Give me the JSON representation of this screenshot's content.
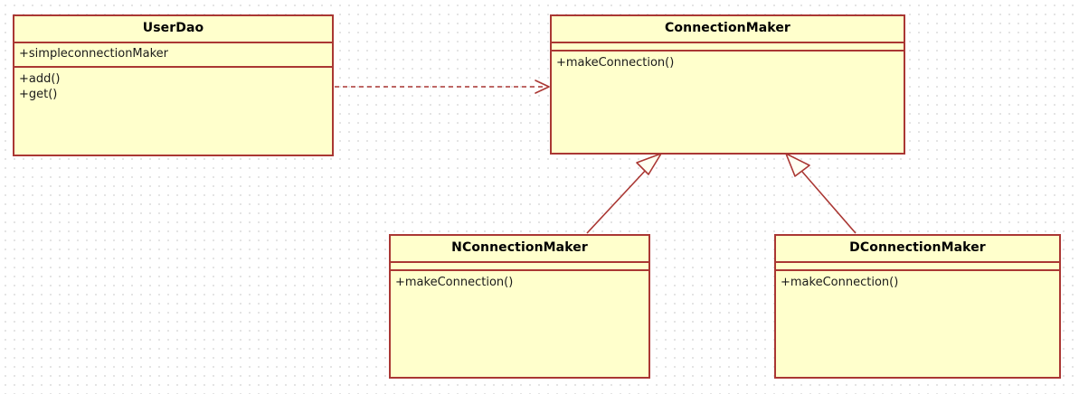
{
  "diagram": {
    "kind": "uml-class-diagram",
    "colors": {
      "class_fill": "#FFFFCC",
      "class_border": "#AA3733",
      "edge": "#AA3733",
      "text": "#000000",
      "background": "#FFFFFF",
      "grid_dot": "#E2E2E2"
    },
    "classes": [
      {
        "id": "userdao",
        "name": "UserDao",
        "attributes": [
          "+simpleconnectionMaker"
        ],
        "operations": [
          "+add()",
          "+get()"
        ]
      },
      {
        "id": "connectionmaker",
        "name": "ConnectionMaker",
        "attributes": [],
        "operations": [
          "+makeConnection()"
        ]
      },
      {
        "id": "nconnectionmaker",
        "name": "NConnectionMaker",
        "attributes": [],
        "operations": [
          "+makeConnection()"
        ]
      },
      {
        "id": "dconnectionmaker",
        "name": "DConnectionMaker",
        "attributes": [],
        "operations": [
          "+makeConnection()"
        ]
      }
    ],
    "relationships": [
      {
        "id": "dependency-userdao-connectionmaker",
        "type": "dependency",
        "style": "dashed",
        "arrowhead": "open",
        "from": "userdao",
        "to": "connectionmaker"
      },
      {
        "id": "generalization-nconnectionmaker-connectionmaker",
        "type": "generalization",
        "style": "solid",
        "arrowhead": "hollow-triangle",
        "from": "nconnectionmaker",
        "to": "connectionmaker"
      },
      {
        "id": "generalization-dconnectionmaker-connectionmaker",
        "type": "generalization",
        "style": "solid",
        "arrowhead": "hollow-triangle",
        "from": "dconnectionmaker",
        "to": "connectionmaker"
      }
    ]
  }
}
